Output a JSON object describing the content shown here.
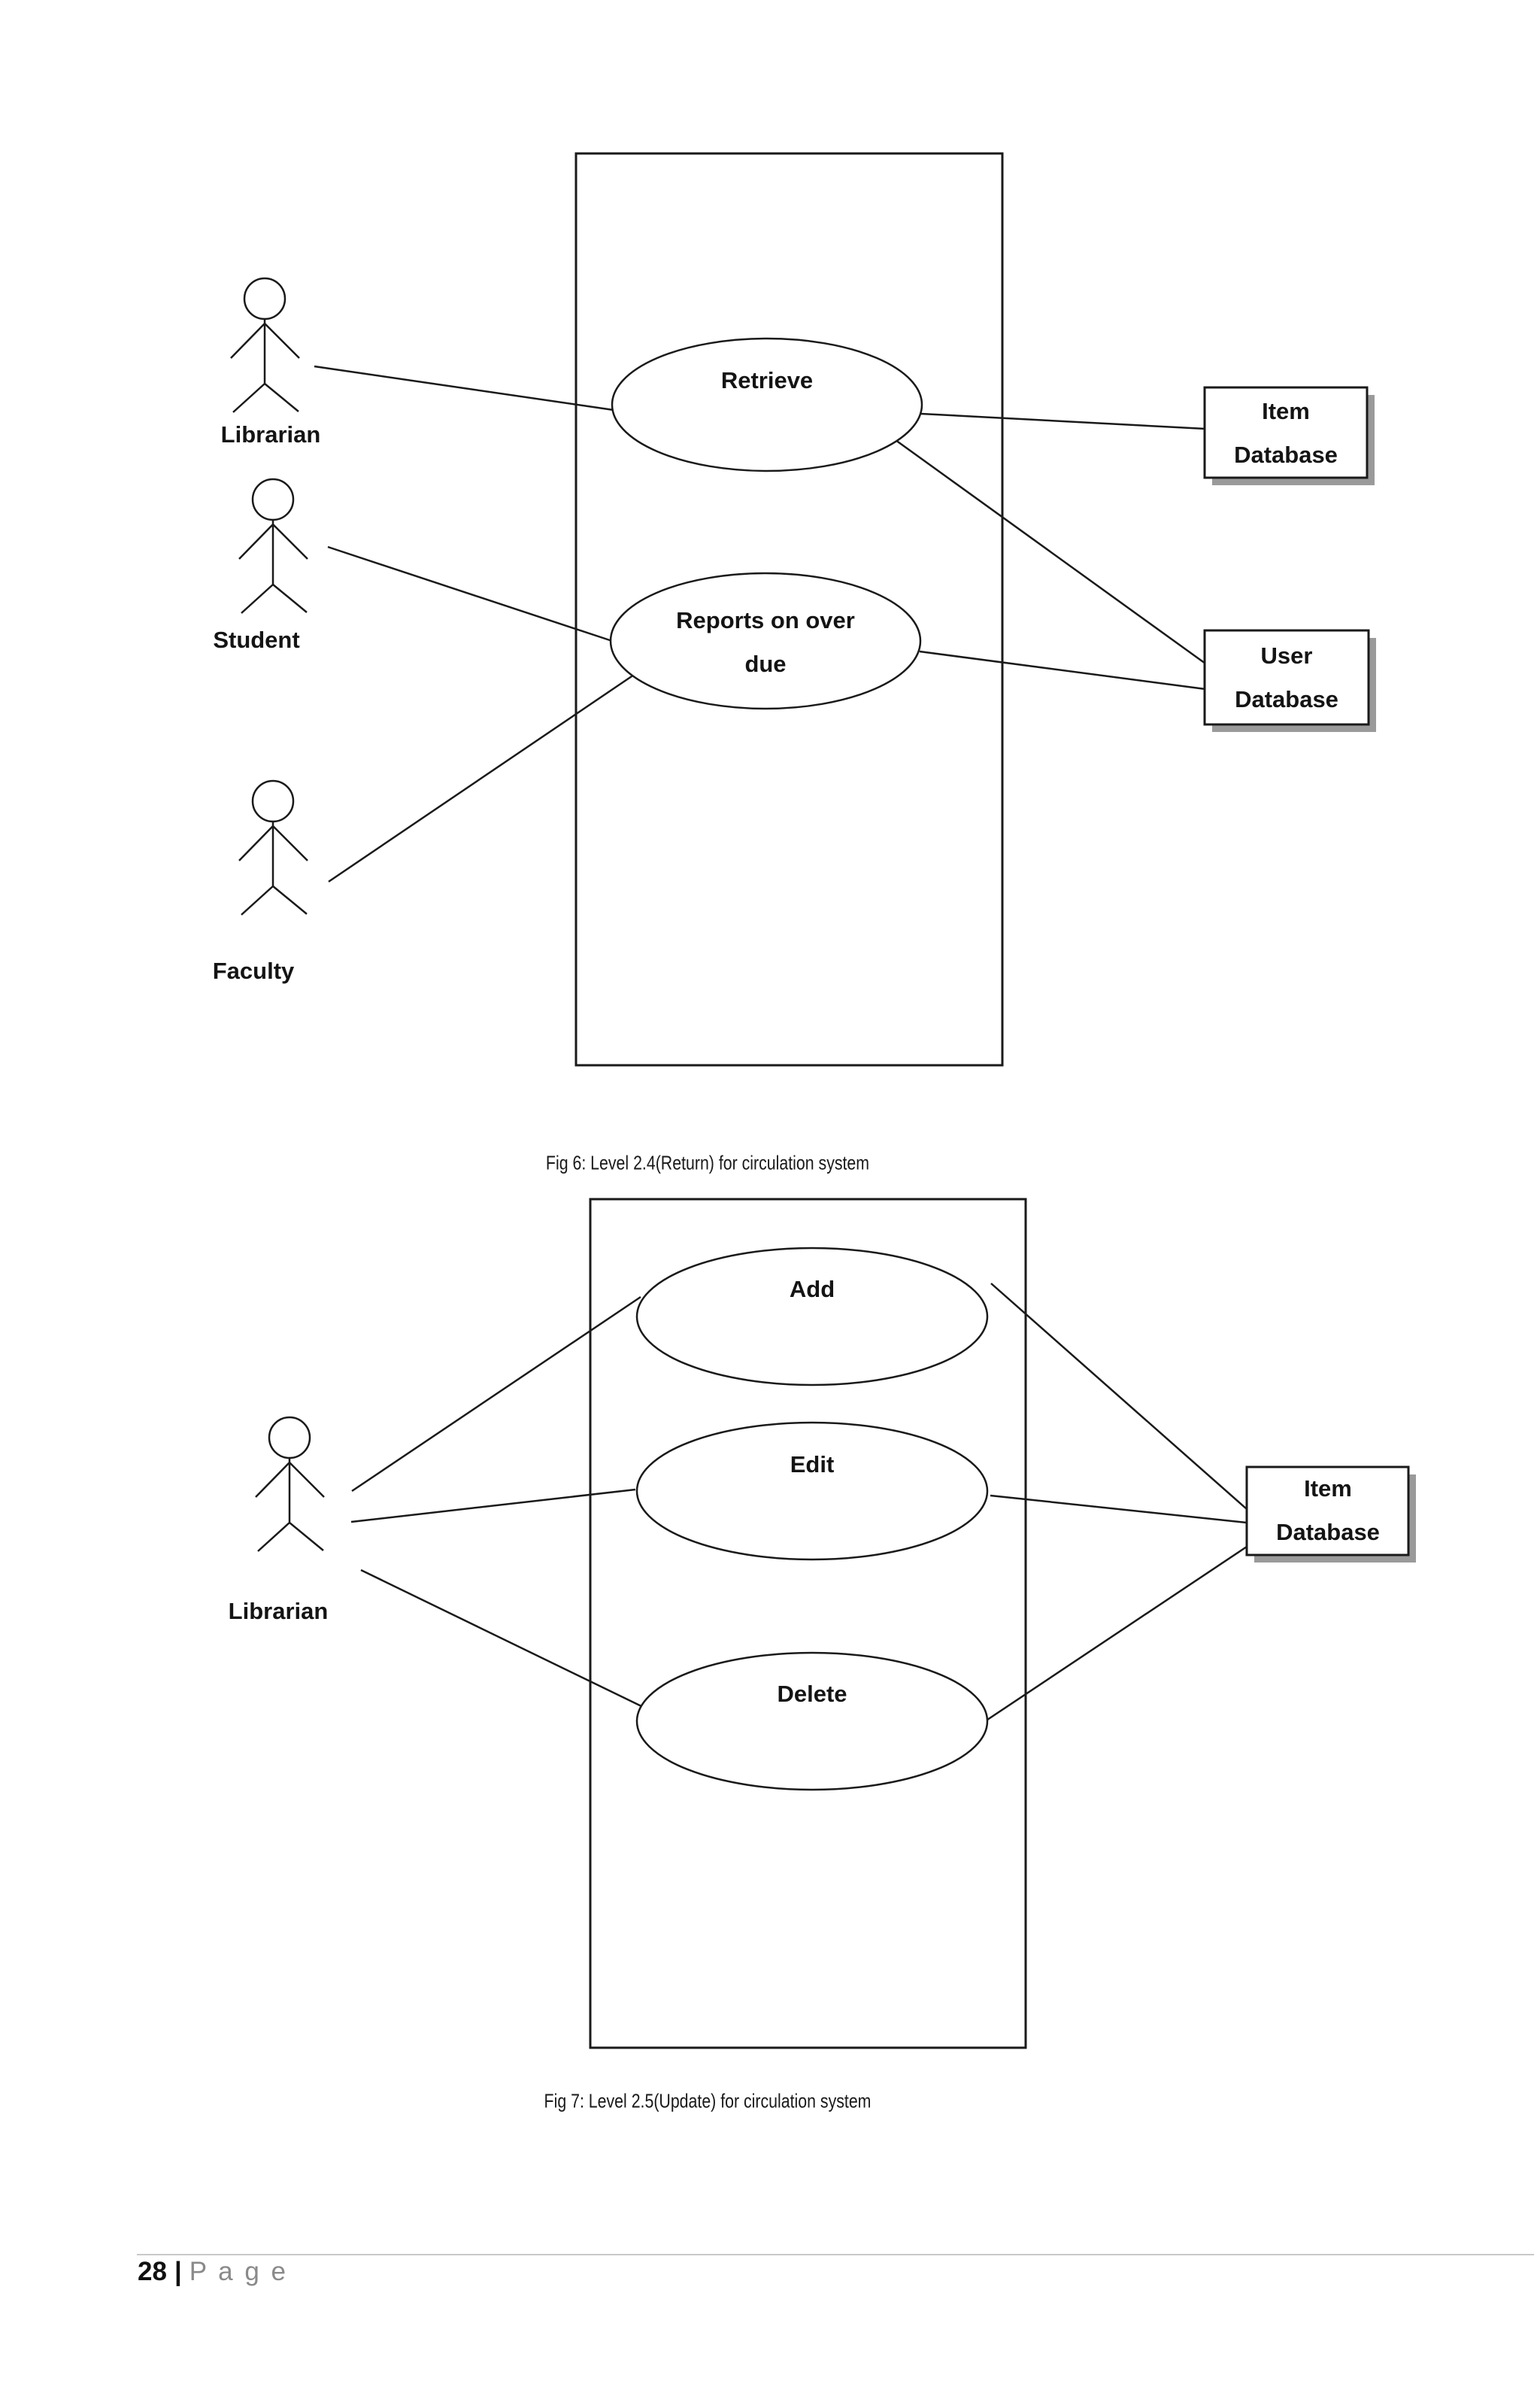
{
  "diagram1": {
    "caption": "Fig 6: Level 2.4(Return) for circulation system",
    "actors": [
      {
        "name": "Librarian"
      },
      {
        "name": "Student"
      },
      {
        "name": "Faculty"
      }
    ],
    "use_cases": [
      {
        "label": "Retrieve"
      },
      {
        "label_lines": [
          "Reports on over",
          "due"
        ]
      }
    ],
    "entities": [
      {
        "name_lines": [
          "Item",
          "Database"
        ]
      },
      {
        "name_lines": [
          "User",
          "Database"
        ]
      }
    ]
  },
  "diagram2": {
    "caption": "Fig 7: Level 2.5(Update) for circulation system",
    "actors": [
      {
        "name": "Librarian"
      }
    ],
    "use_cases": [
      {
        "label": "Add"
      },
      {
        "label": "Edit"
      },
      {
        "label": "Delete"
      }
    ],
    "entities": [
      {
        "name_lines": [
          "Item",
          "Database"
        ]
      }
    ]
  },
  "footer": {
    "page_number": "28",
    "separator": "|",
    "page_label": "P a g e"
  },
  "colors": {
    "line": "#1a1a1a",
    "box_shadow": "#9a9a9a",
    "footer_rule": "#c9c9c9",
    "footer_gray": "#8a8a8a"
  }
}
